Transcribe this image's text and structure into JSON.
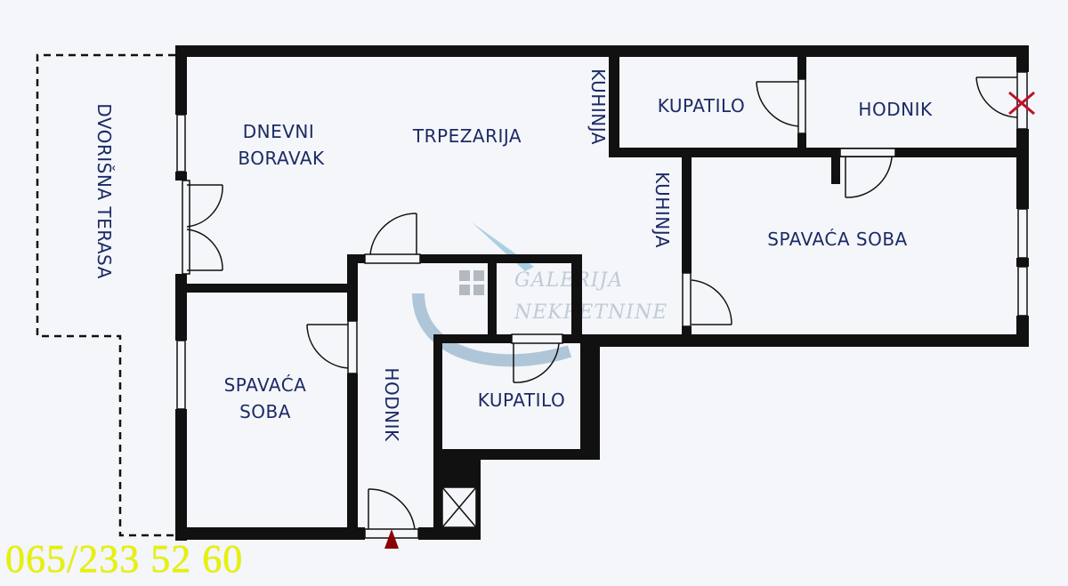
{
  "rooms": {
    "terrace": "DVORIŠNA TERASA",
    "living_line1": "DNEVNI",
    "living_line2": "BORAVAK",
    "dining": "TRPEZARIJA",
    "kitchen_top": "KUHINJA",
    "kitchen_side": "KUHINJA",
    "bathroom_top": "KUPATILO",
    "hall_top": "HODNIK",
    "bedroom_large": "SPAVAĆA SOBA",
    "bedroom_small_line1": "SPAVAĆA",
    "bedroom_small_line2": "SOBA",
    "hall_center": "HODNIK",
    "bathroom_center": "KUPATILO"
  },
  "watermark": {
    "line1": "GALERIJA",
    "line2": "NEKRETNINE"
  },
  "phone": "065/233 52 60",
  "colors": {
    "wall": "#111111",
    "label": "#1c2a66",
    "phone": "#e6f200",
    "entrance_marker": "#8b0000",
    "cross_marker": "#c0102a"
  }
}
